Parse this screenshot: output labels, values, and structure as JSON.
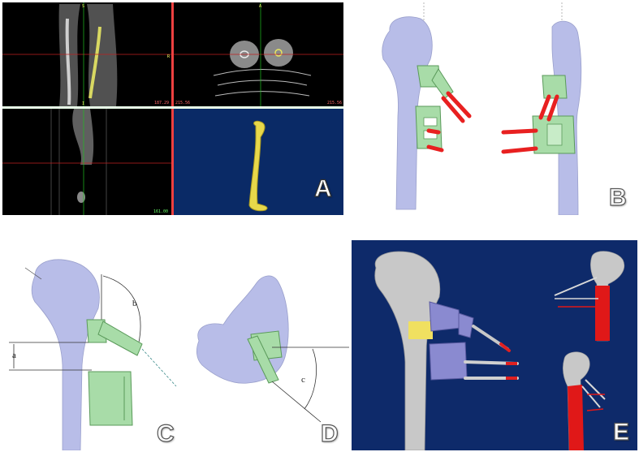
{
  "panels": {
    "a": {
      "label": "A",
      "ct_views": {
        "coronal_readout": "187.29",
        "axial_readout_left": "215.56",
        "axial_readout_right": "215.56",
        "sagittal_readout": "161.00",
        "orient_top": "S",
        "orient_bottom": "I",
        "orient_right": "R",
        "orient_center": "A"
      },
      "colors": {
        "ct_background": "#000000",
        "render_background": "#0a2a66",
        "bone_model": "#e8d84a"
      }
    },
    "b": {
      "label": "B",
      "colors": {
        "bone": "#b8bde8",
        "guide": "#a8dca8",
        "pins": "#e82020"
      }
    },
    "c": {
      "label": "C",
      "annotations": {
        "a": "a",
        "b": "b"
      }
    },
    "d": {
      "label": "D",
      "annotations": {
        "c": "c"
      }
    },
    "e": {
      "label": "E",
      "colors": {
        "background": "#0e2a6a",
        "bone": "#c8c8c8",
        "guide": "#8a8ad0",
        "band": "#f0e060",
        "shaft_red": "#e01818"
      }
    }
  }
}
